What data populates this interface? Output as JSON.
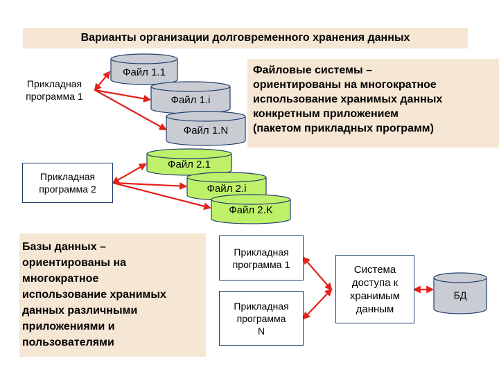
{
  "title": "Варианты организации долговременного хранения данных",
  "colors": {
    "red_arrow": "#e2231a",
    "file_group1": "#c9ccd2",
    "file_group2": "#bff06a",
    "cylinder_stroke": "#1f3d6e",
    "note_bg": "#f6e6d4"
  },
  "file_systems": {
    "app1": [
      "Прикладная",
      "программа  1"
    ],
    "app2": [
      "Прикладная",
      "программа  2"
    ],
    "files_group1": [
      "Файл 1.1",
      "Файл 1.i",
      "Файл 1.N"
    ],
    "files_group2": [
      "Файл 2.1",
      "Файл 2.i",
      "Файл 2.K"
    ],
    "description": [
      "Файловые системы –",
      "ориентированы на многократное",
      "использование хранимых  данных",
      "конкретным приложением",
      "(пакетом прикладных программ)"
    ]
  },
  "databases": {
    "description": [
      "Базы данных –",
      "ориентированы на",
      "многократное",
      "использование хранимых",
      "данных различными",
      "приложениями и",
      "пользователями"
    ],
    "app1": [
      "Прикладная",
      "программа  1"
    ],
    "appN": [
      "Прикладная",
      "программа",
      "N"
    ],
    "access_system": [
      "Система",
      "доступа к",
      "хранимым",
      "данным"
    ],
    "db_label": "БД"
  }
}
